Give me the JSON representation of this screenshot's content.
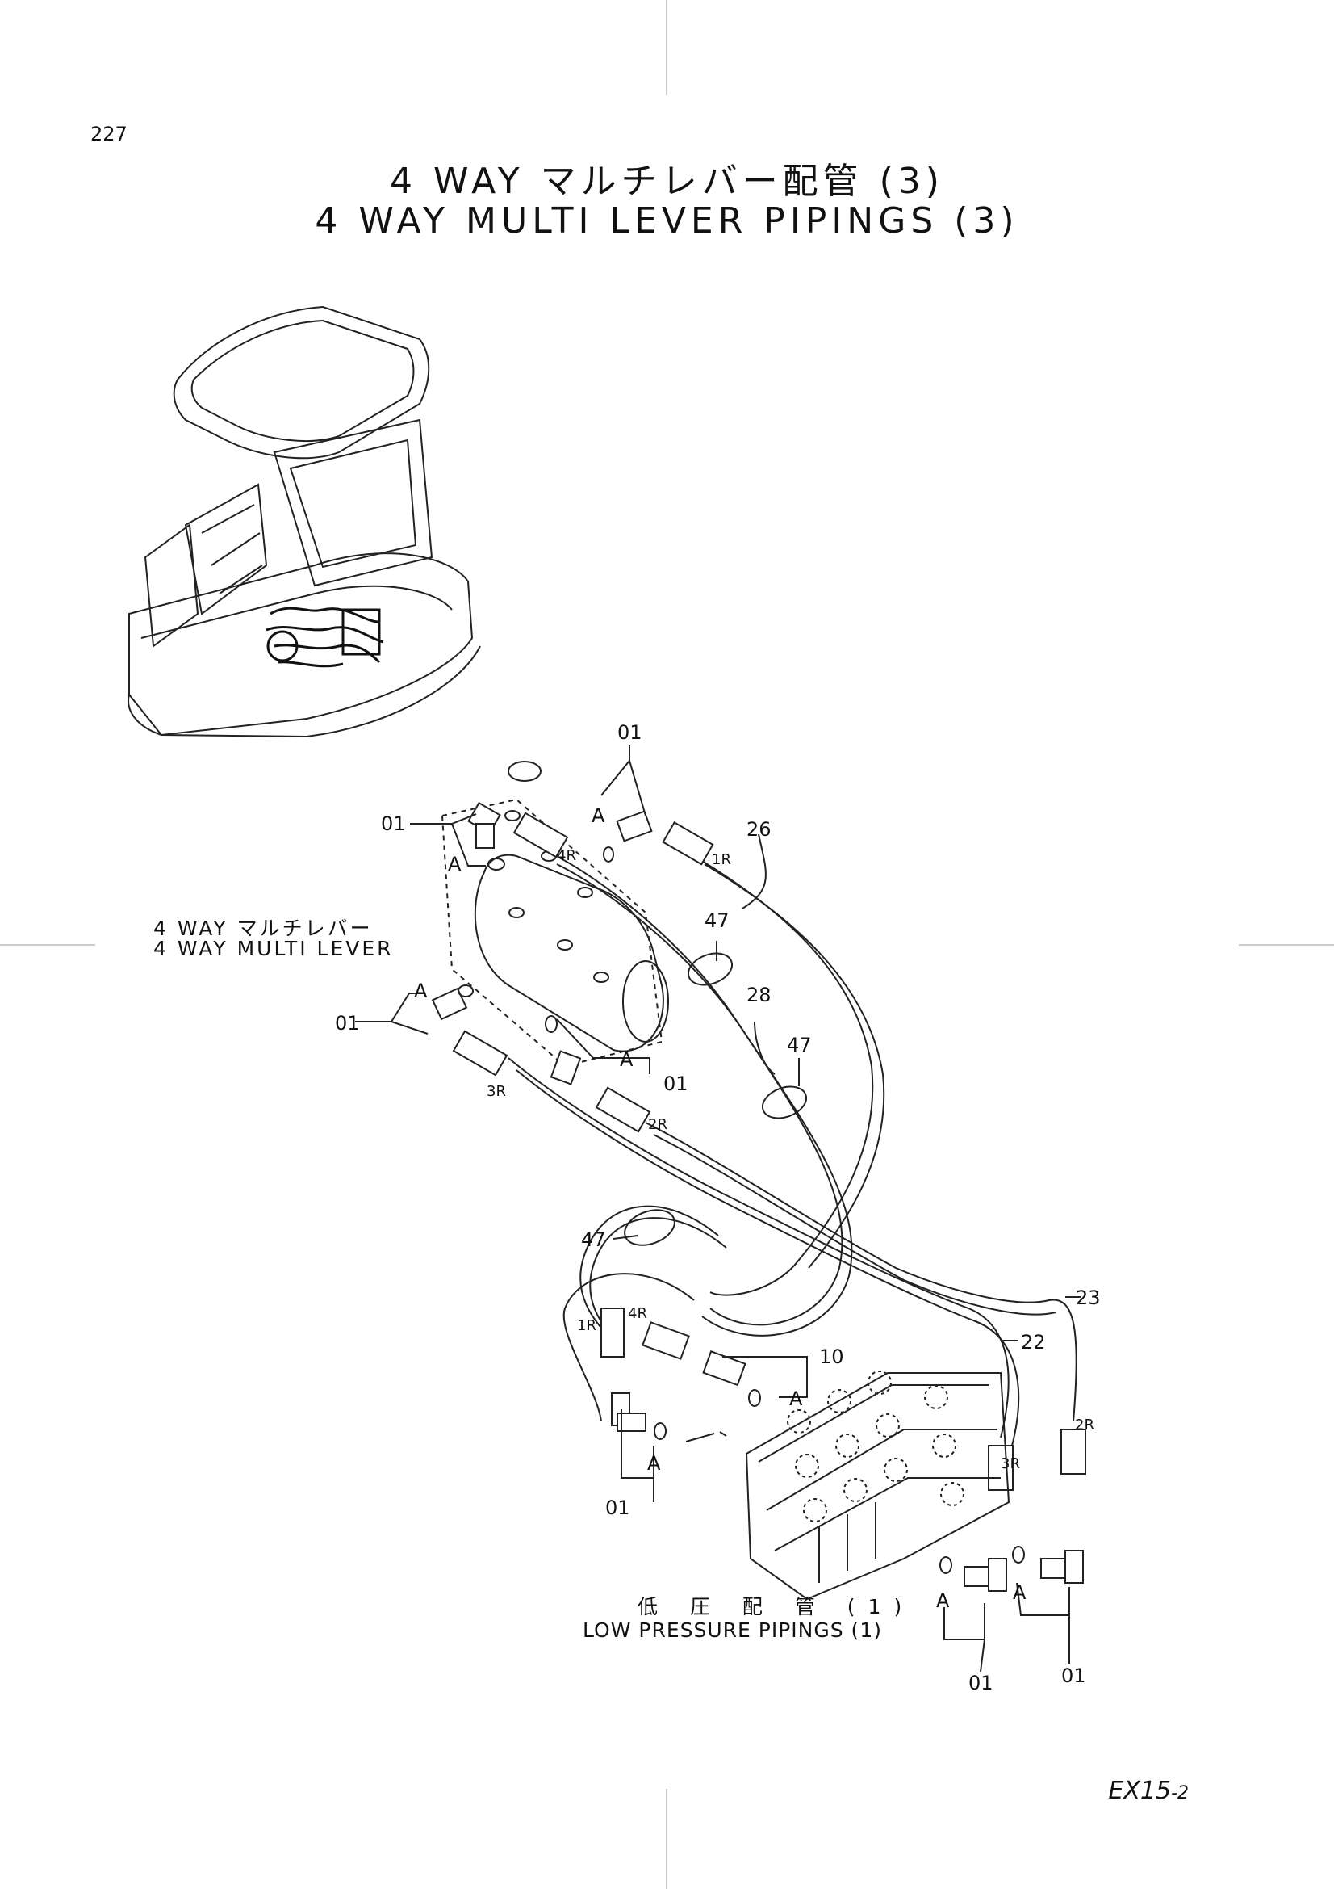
{
  "page_number": "227",
  "title_jp": "4 WAY マルチレバー配管 (3)",
  "title_en": "4 WAY MULTI LEVER PIPINGS (3)",
  "multi_lever_jp": "4 WAY マルチレバー",
  "multi_lever_en": "4 WAY MULTI LEVER",
  "low_pressure_jp": "低 圧 配 管 (1)",
  "low_pressure_en": "LOW PRESSURE PIPINGS (1)",
  "model_code": "EX15",
  "model_suffix": "-2",
  "callouts": {
    "c01_top": "01",
    "c01_left_upper": "01",
    "c01_left_lower": "01",
    "c01_mid": "01",
    "c01_bottom_left": "01",
    "c01_bottom_mid": "01",
    "c01_bottom_right": "01",
    "c26": "26",
    "c28": "28",
    "c47_a": "47",
    "c47_b": "47",
    "c47_c": "47",
    "c23": "23",
    "c22": "22",
    "c10": "10"
  },
  "detail_marks": {
    "a1": "A",
    "a2": "A",
    "a3": "A",
    "a4": "A",
    "a5": "A",
    "a6": "A",
    "a7": "A",
    "a8": "A"
  },
  "port_labels": {
    "p4r_top": "4R",
    "p1r_top": "1R",
    "p3r_left": "3R",
    "p2r_mid": "2R",
    "p1r_bottom": "1R",
    "p4r_bottom": "4R",
    "p3r_right": "3R",
    "p2r_right": "2R"
  }
}
